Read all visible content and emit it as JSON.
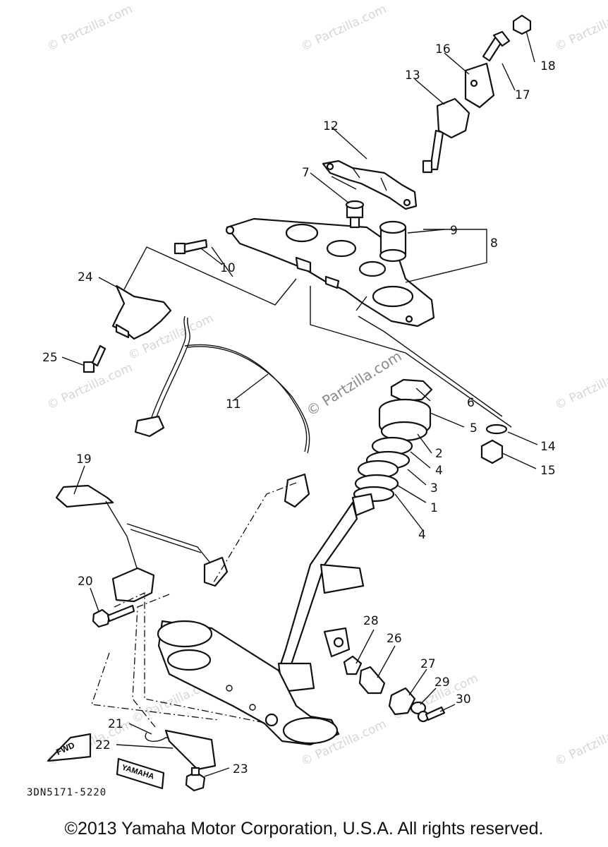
{
  "watermark_text": "© Partzilla.com",
  "diagram_code": "3DN5171-5220",
  "copyright": "©2013 Yamaha Motor Corporation, U.S.A. All rights reserved.",
  "labels": {
    "fwd": "FWD",
    "yamaha": "YAMAHA"
  },
  "callouts": [
    {
      "id": "c1",
      "text": "1"
    },
    {
      "id": "c2",
      "text": "2"
    },
    {
      "id": "c3",
      "text": "3"
    },
    {
      "id": "c4a",
      "text": "4"
    },
    {
      "id": "c4b",
      "text": "4"
    },
    {
      "id": "c5",
      "text": "5"
    },
    {
      "id": "c6",
      "text": "6"
    },
    {
      "id": "c7",
      "text": "7"
    },
    {
      "id": "c8",
      "text": "8"
    },
    {
      "id": "c9",
      "text": "9"
    },
    {
      "id": "c10",
      "text": "10"
    },
    {
      "id": "c11",
      "text": "11"
    },
    {
      "id": "c12",
      "text": "12"
    },
    {
      "id": "c13",
      "text": "13"
    },
    {
      "id": "c14",
      "text": "14"
    },
    {
      "id": "c15",
      "text": "15"
    },
    {
      "id": "c16",
      "text": "16"
    },
    {
      "id": "c17",
      "text": "17"
    },
    {
      "id": "c18",
      "text": "18"
    },
    {
      "id": "c19",
      "text": "19"
    },
    {
      "id": "c20",
      "text": "20"
    },
    {
      "id": "c21",
      "text": "21"
    },
    {
      "id": "c22",
      "text": "22"
    },
    {
      "id": "c23",
      "text": "23"
    },
    {
      "id": "c24",
      "text": "24"
    },
    {
      "id": "c25",
      "text": "25"
    },
    {
      "id": "c26",
      "text": "26"
    },
    {
      "id": "c27",
      "text": "27"
    },
    {
      "id": "c28",
      "text": "28"
    },
    {
      "id": "c29",
      "text": "29"
    },
    {
      "id": "c30",
      "text": "30"
    }
  ]
}
